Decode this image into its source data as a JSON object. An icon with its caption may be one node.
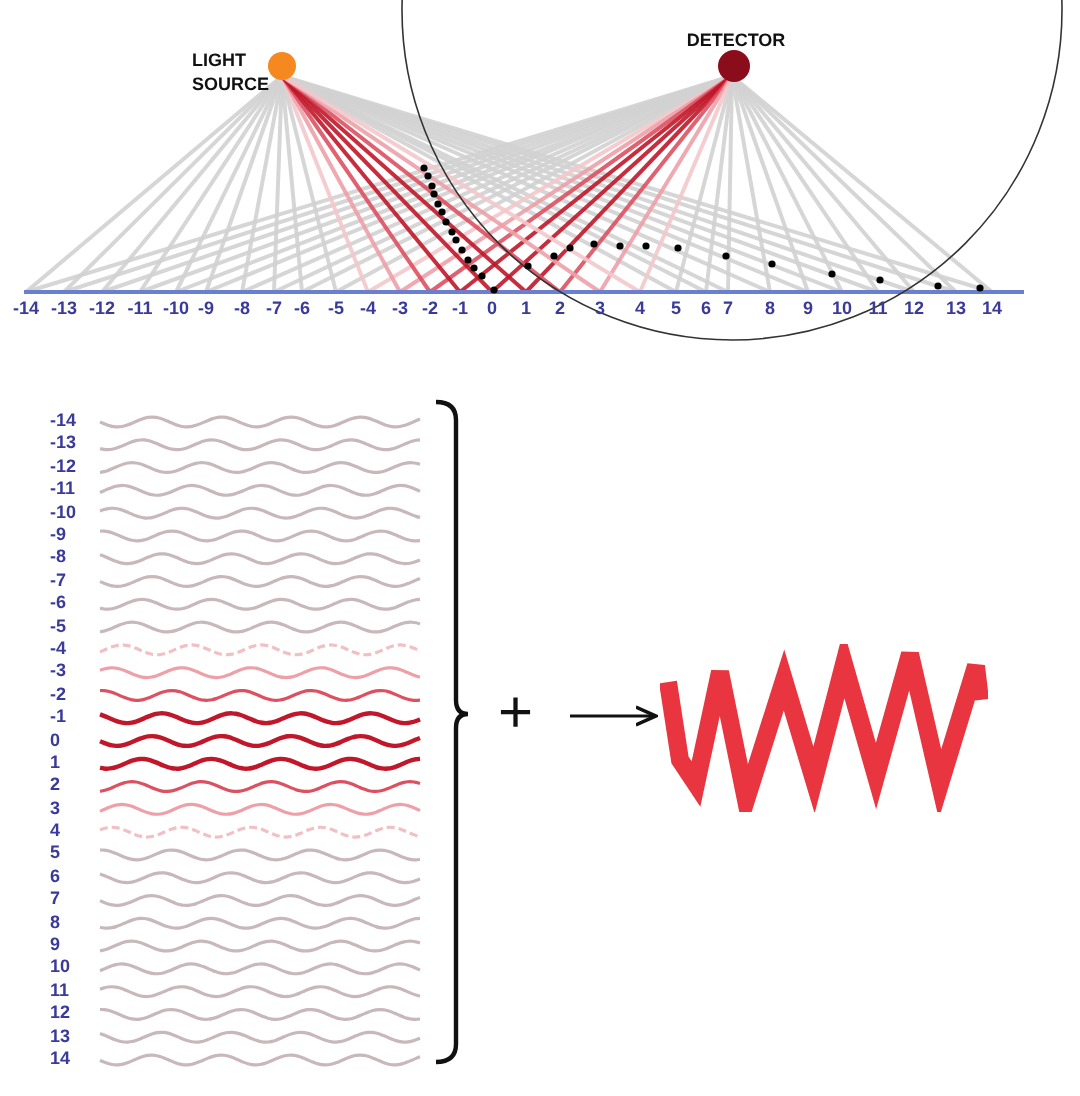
{
  "diagram": {
    "nodes": [
      {
        "text": [
          "LIGHT SOURCE"
        ]
      },
      {
        "text": [
          "DETECTOR"
        ]
      },
      {
        "text": [],
        "shape": "wave"
      }
    ],
    "edges": [
      {
        "from": null,
        "to": 2,
        "arrow": "to"
      }
    ],
    "labels": [
      "-14",
      "-13",
      "-12",
      "-11",
      "-10",
      "-9",
      "-8",
      "-7",
      "-6",
      "-5",
      "-4",
      "-3",
      "-2",
      "-1",
      "0",
      "1",
      "2",
      "3",
      "4",
      "5",
      "6",
      "7",
      "8",
      "9",
      "10",
      "11",
      "12",
      "13",
      "14",
      "-14",
      "-13",
      "-12",
      "-11",
      "-10",
      "-9",
      "-8",
      "-7",
      "-6",
      "-5",
      "-4",
      "-3",
      "-2",
      "-1",
      "0",
      "1",
      "2",
      "3",
      "4",
      "5",
      "6",
      "7",
      "8",
      "9",
      "10",
      "11",
      "12",
      "13",
      "14",
      "+"
    ]
  }
}
